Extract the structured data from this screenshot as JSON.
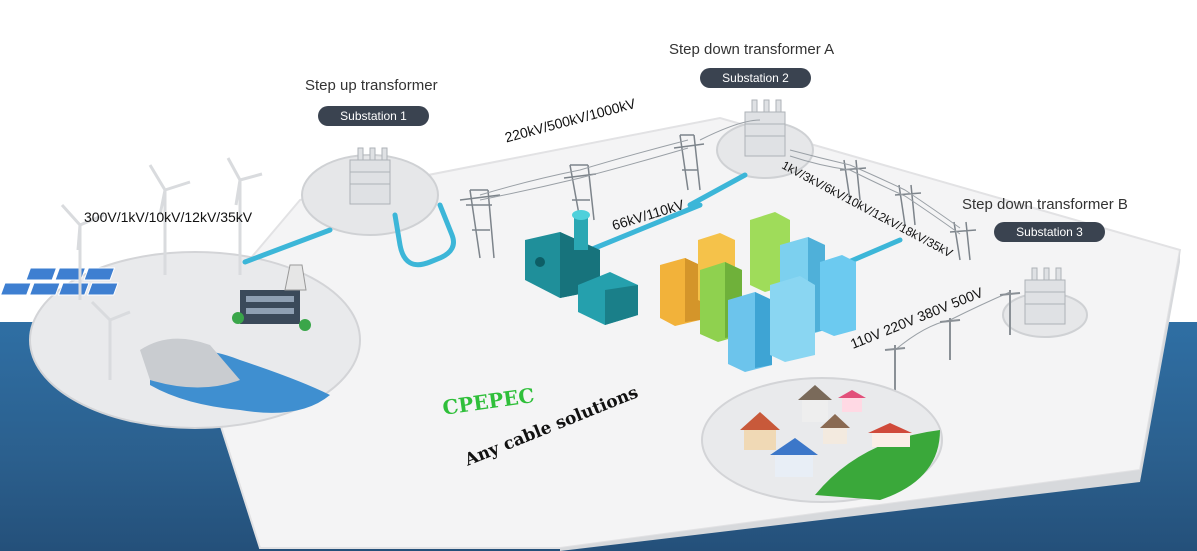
{
  "transformers": {
    "step_up": {
      "title": "Step up transformer",
      "badge": "Substation 1"
    },
    "step_down_a": {
      "title": "Step down transformer A",
      "badge": "Substation 2"
    },
    "step_down_b": {
      "title": "Step down transformer B",
      "badge": "Substation 3"
    }
  },
  "voltages": {
    "generation": "300V/1kV/10kV/12kV/35kV",
    "transmission": "220kV/500kV/1000kV",
    "industrial": "66kV/110kV",
    "distribution": "1kV/3kV/6kV/10kV/12kV/18kV/35kV",
    "residential": "110V 220V 380V 500V"
  },
  "brand": {
    "name": "CPEPEC",
    "tagline": "Any cable solutions"
  },
  "colors": {
    "cable": "#3cb6d8",
    "badge": "#3a4350",
    "brand": "#2fbf3a",
    "sea": "#2f6fa4"
  }
}
